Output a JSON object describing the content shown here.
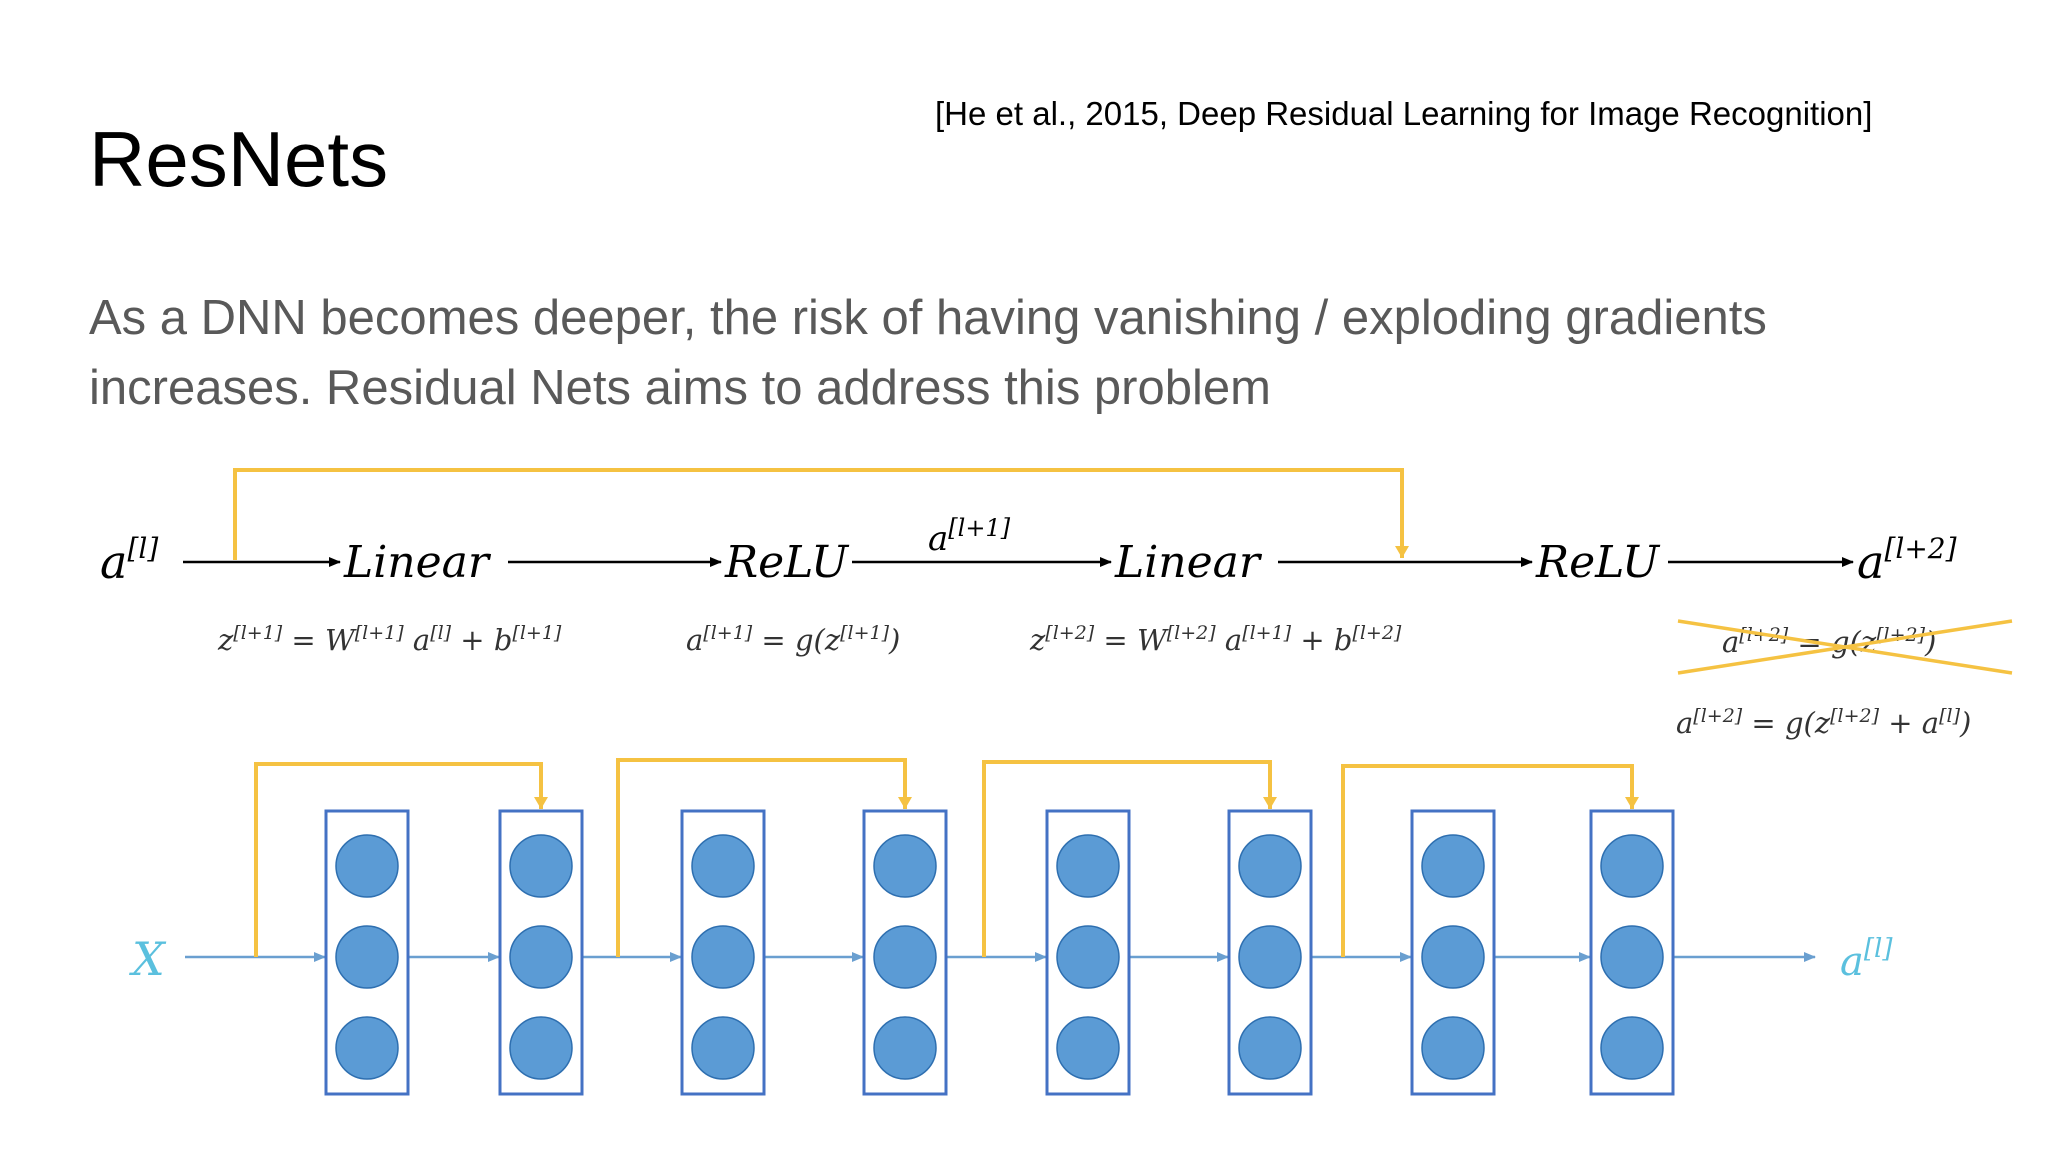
{
  "slide": {
    "title": "ResNets",
    "citation": "[He et al., 2015, Deep Residual Learning for Image Recognition]",
    "body_lines": [
      "As a DNN becomes deeper, the risk of having vanishing / exploding gradients",
      "increases. Residual Nets aims to address this problem"
    ]
  },
  "colors": {
    "skip": "#f5c242",
    "arrow": "#000000",
    "neuron_fill": "#5b9bd5",
    "neuron_stroke": "#2e6fb0",
    "layer_box": "#4472c4",
    "flow": "#6a9fd0",
    "io_label": "#5bc0de",
    "equation": "#333333",
    "body_text": "#595959"
  },
  "block": {
    "input_label": "a",
    "input_sup": "[l]",
    "nodes": [
      "Linear",
      "ReLU",
      "Linear",
      "ReLU"
    ],
    "mid_label": "a",
    "mid_sup": "[l+1]",
    "output_label": "a",
    "output_sup": "[l+2]",
    "eq1": {
      "lhs": "z",
      "lhs_sup": "[l+1]",
      "rhs": " = W",
      "w_sup": "[l+1]",
      "a": " a",
      "a_sup": "[l]",
      "b": " + b",
      "b_sup": "[l+1]"
    },
    "eq2": {
      "lhs": "a",
      "lhs_sup": "[l+1]",
      "rhs": " = g(z",
      "z_sup": "[l+1]",
      "close": ")"
    },
    "eq3": {
      "lhs": "z",
      "lhs_sup": "[l+2]",
      "rhs": " = W",
      "w_sup": "[l+2]",
      "a": " a",
      "a_sup": "[l+1]",
      "b": " + b",
      "b_sup": "[l+2]"
    },
    "eq4_crossed": {
      "lhs": "a",
      "lhs_sup": "[l+2]",
      "rhs": " = g(z",
      "z_sup": "[l+2]",
      "close": ")"
    },
    "eq5": {
      "lhs": "a",
      "lhs_sup": "[l+2]",
      "rhs": " = g(z",
      "z_sup": "[l+2]",
      "mid": " + a",
      "a_sup": "[l]",
      "close": ")"
    }
  },
  "network": {
    "input_label": "X",
    "output_label": "a",
    "output_sup": "[l]",
    "layer_count": 8,
    "neurons_per_layer": 3,
    "residual_blocks": 4
  }
}
